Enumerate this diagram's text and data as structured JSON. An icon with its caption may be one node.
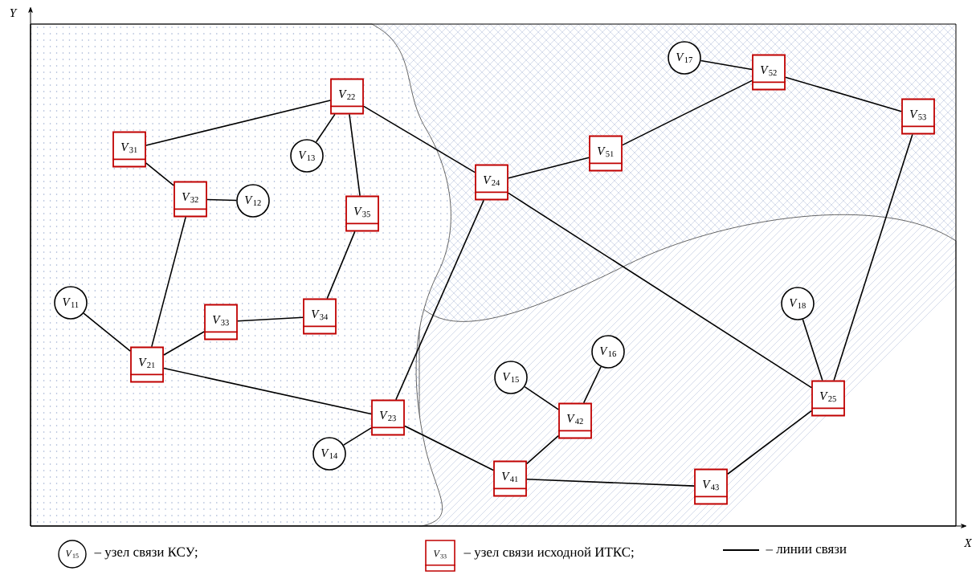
{
  "diagram": {
    "nodes": [
      {
        "text": [
          "*V*$_{17}$"
        ]
      },
      {
        "text": [
          "*V*$_{52}$"
        ]
      },
      {
        "text": [
          "*V*$_{22}$"
        ]
      },
      {
        "text": [
          "*V*$_{53}$"
        ]
      },
      {
        "text": [
          "*V*$_{31}$"
        ]
      },
      {
        "text": [
          "*V*$_{51}$"
        ]
      },
      {
        "text": [
          "*V*$_{13}$"
        ]
      },
      {
        "text": [
          "*V*$_{24}$"
        ]
      },
      {
        "text": [
          "*V*$_{32}$"
        ]
      },
      {
        "text": [
          "*V*$_{12}$"
        ]
      },
      {
        "text": [
          "*V*$_{35}$"
        ]
      },
      {
        "text": [
          "*V*$_{11}$"
        ]
      },
      {
        "text": [
          "*V*$_{18}$"
        ]
      },
      {
        "text": [
          "*V*$_{34}$"
        ]
      },
      {
        "text": [
          "*V*$_{33}$"
        ]
      },
      {
        "text": [
          "*V*$_{16}$"
        ]
      },
      {
        "text": [
          "*V*$_{21}$"
        ]
      },
      {
        "text": [
          "*V*$_{15}$"
        ]
      },
      {
        "text": [
          "*V*$_{25}$"
        ]
      },
      {
        "text": [
          "*V*$_{23}$"
        ]
      },
      {
        "text": [
          "*V*$_{42}$"
        ]
      },
      {
        "text": [
          "*V*$_{14}$"
        ]
      },
      {
        "text": [
          "*V*$_{41}$"
        ]
      },
      {
        "text": [
          "*V*$_{43}$"
        ]
      }
    ],
    "edges": [
      {
        "from": 4,
        "to": 2,
        "arrow": "none"
      },
      {
        "from": 4,
        "to": 8,
        "arrow": "none"
      },
      {
        "from": 8,
        "to": 9,
        "arrow": "none"
      },
      {
        "from": 8,
        "to": 16,
        "arrow": "none"
      },
      {
        "from": 2,
        "to": 6,
        "arrow": "none"
      },
      {
        "from": 2,
        "to": 10,
        "arrow": "none"
      },
      {
        "from": 2,
        "to": 7,
        "arrow": "none"
      },
      {
        "from": 10,
        "to": 13,
        "arrow": "none"
      },
      {
        "from": 13,
        "to": 14,
        "arrow": "none"
      },
      {
        "from": 14,
        "to": 16,
        "arrow": "none"
      },
      {
        "from": 11,
        "to": 16,
        "arrow": "none"
      },
      {
        "from": 16,
        "to": 19,
        "arrow": "none"
      },
      {
        "from": 19,
        "to": 21,
        "arrow": "none"
      },
      {
        "from": 19,
        "to": 7,
        "arrow": "none"
      },
      {
        "from": 19,
        "to": 22,
        "arrow": "none"
      },
      {
        "from": 7,
        "to": 5,
        "arrow": "none"
      },
      {
        "from": 7,
        "to": 18,
        "arrow": "none"
      },
      {
        "from": 5,
        "to": 1,
        "arrow": "none"
      },
      {
        "from": 0,
        "to": 1,
        "arrow": "none"
      },
      {
        "from": 1,
        "to": 3,
        "arrow": "none"
      },
      {
        "from": 3,
        "to": 18,
        "arrow": "none"
      },
      {
        "from": 12,
        "to": 18,
        "arrow": "none"
      },
      {
        "from": 18,
        "to": 23,
        "arrow": "none"
      },
      {
        "from": 23,
        "to": 22,
        "arrow": "none"
      },
      {
        "from": 22,
        "to": 20,
        "arrow": "none"
      },
      {
        "from": 20,
        "to": 17,
        "arrow": "none"
      },
      {
        "from": 20,
        "to": 15,
        "arrow": "none"
      }
    ],
    "labels": [
      "Y",
      "X",
      "*V*$_{15}$",
      "*V*$_{33}$"
    ],
    "legend": [
      {
        "text": "– узел связи КСУ;"
      },
      {
        "text": "– узел связи исходной ИТКС;"
      },
      {
        "text": "– линии связи"
      }
    ]
  }
}
